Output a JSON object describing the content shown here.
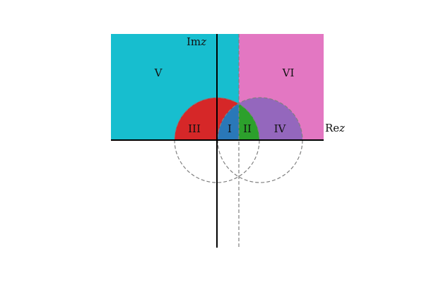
{
  "axes": {
    "real_label": "Re",
    "imag_label": "Im",
    "variable": "z"
  },
  "regions": [
    {
      "id": "I",
      "label": "I",
      "color": "#2a78b8"
    },
    {
      "id": "II",
      "label": "II",
      "color": "#2ca02c"
    },
    {
      "id": "III",
      "label": "III",
      "color": "#d62728"
    },
    {
      "id": "IV",
      "label": "IV",
      "color": "#9467bd"
    },
    {
      "id": "V",
      "label": "V",
      "color": "#17becf"
    },
    {
      "id": "VI",
      "label": "VI",
      "color": "#e377c2"
    }
  ],
  "colors": {
    "axis": "#000000",
    "dashed": "#808080"
  }
}
